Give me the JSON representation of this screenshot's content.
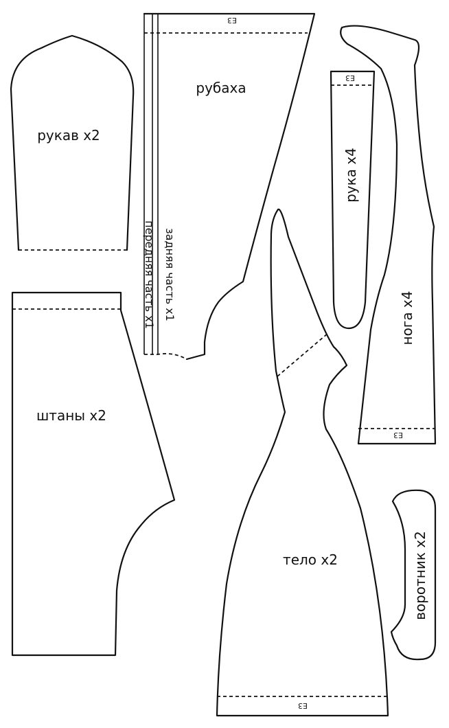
{
  "pieces": {
    "sleeve": {
      "label": "рукав x2"
    },
    "shirt": {
      "label": "рубаха",
      "back_label": "задняя часть x1",
      "front_label": "передняя часть x1",
      "seam_mark": "E3"
    },
    "arm": {
      "label": "рука x4",
      "seam_mark": "E3"
    },
    "leg": {
      "label": "нога x4",
      "seam_mark": "E3"
    },
    "pants": {
      "label": "штаны x2"
    },
    "body": {
      "label": "тело x2",
      "seam_mark": "E3"
    },
    "collar": {
      "label": "воротник x2"
    }
  }
}
